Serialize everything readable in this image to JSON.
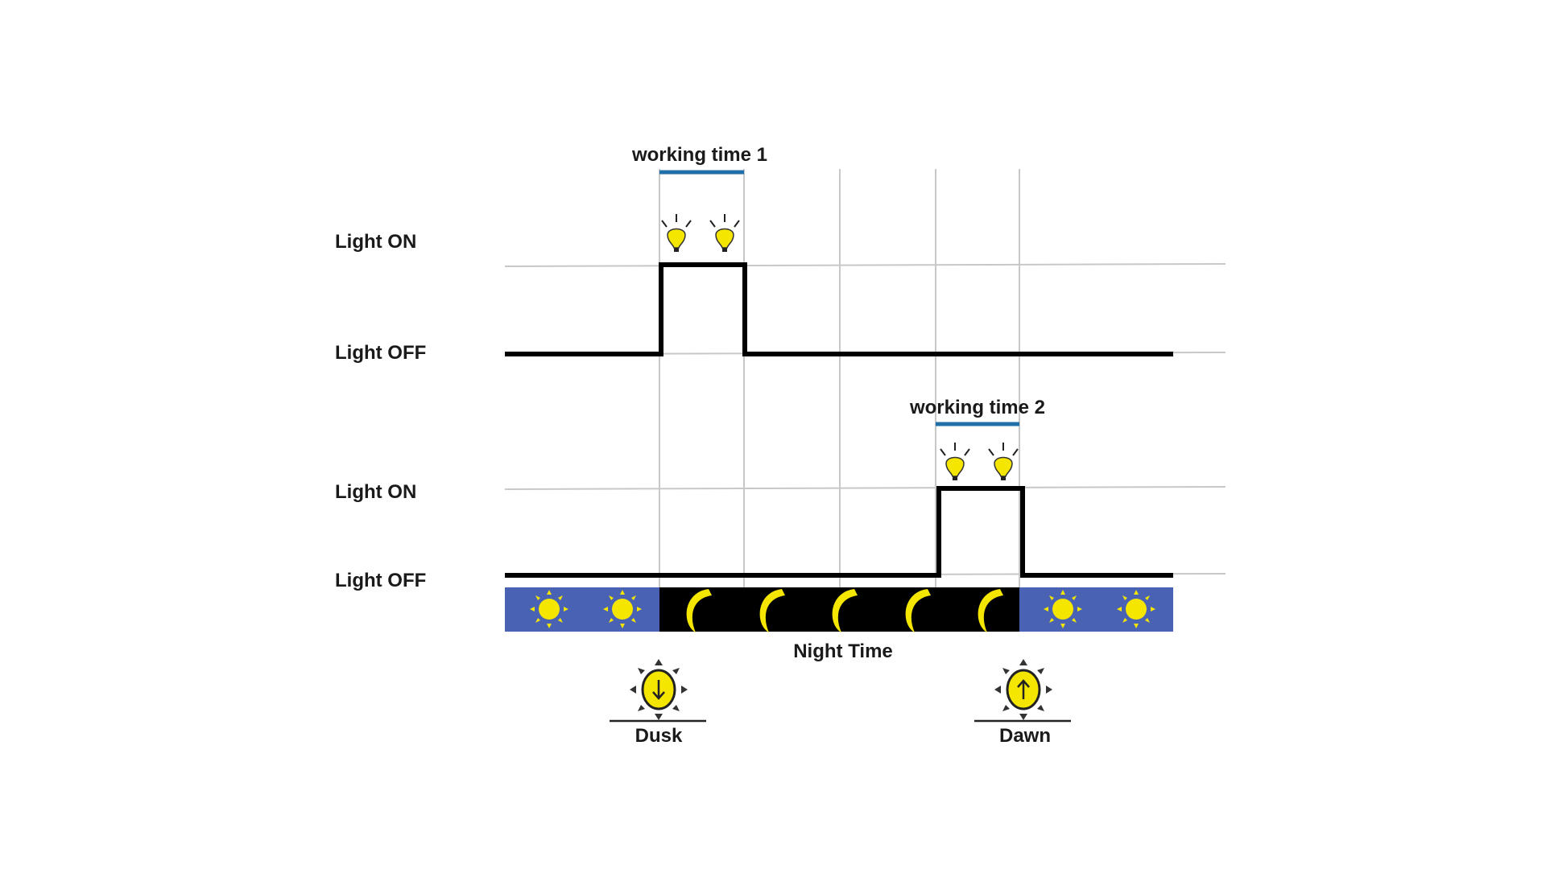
{
  "channel1": {
    "on_label": "Light ON",
    "off_label": "Light OFF",
    "working_label": "working time 1"
  },
  "channel2": {
    "on_label": "Light ON",
    "off_label": "Light OFF",
    "working_label": "working time 2"
  },
  "timeline": {
    "night_label": "Night Time",
    "dusk_label": "Dusk",
    "dawn_label": "Dawn"
  },
  "colors": {
    "day": "#4a62b4",
    "night": "#000000",
    "sun": "#f5e600",
    "bracket": "#1f6fa8",
    "signal": "#000000",
    "grid": "#c8c8c8"
  },
  "icons": [
    "sun-icon",
    "moon-icon",
    "light-bulb-icon",
    "sunset-icon",
    "sunrise-icon"
  ]
}
